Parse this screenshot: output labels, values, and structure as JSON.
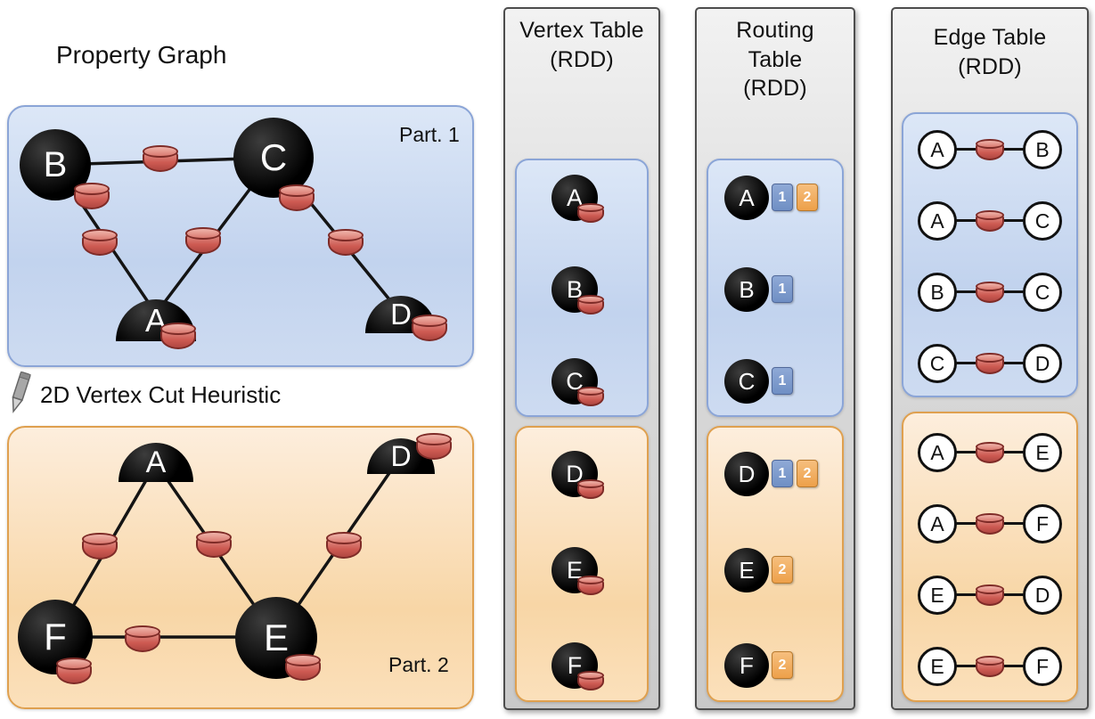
{
  "property_graph": {
    "title": "Property Graph",
    "cut_label": "2D Vertex Cut Heuristic",
    "part1": {
      "label": "Part. 1",
      "vertices": [
        {
          "id": "B"
        },
        {
          "id": "C"
        },
        {
          "id": "A"
        },
        {
          "id": "D"
        }
      ],
      "edges": [
        "B-C",
        "B-A",
        "C-A",
        "C-D"
      ]
    },
    "part2": {
      "label": "Part. 2",
      "vertices": [
        {
          "id": "A"
        },
        {
          "id": "D"
        },
        {
          "id": "F"
        },
        {
          "id": "E"
        }
      ],
      "edges": [
        "A-F",
        "A-E",
        "F-E",
        "E-D"
      ]
    }
  },
  "vertex_table": {
    "title": "Vertex Table\n(RDD)",
    "part1_vertices": [
      "A",
      "B",
      "C"
    ],
    "part2_vertices": [
      "D",
      "E",
      "F"
    ]
  },
  "routing_table": {
    "title": "Routing\nTable\n(RDD)",
    "part1_rows": [
      {
        "vertex": "A",
        "badges": [
          {
            "label": "1",
            "color": "blue"
          },
          {
            "label": "2",
            "color": "orange"
          }
        ]
      },
      {
        "vertex": "B",
        "badges": [
          {
            "label": "1",
            "color": "blue"
          }
        ]
      },
      {
        "vertex": "C",
        "badges": [
          {
            "label": "1",
            "color": "blue"
          }
        ]
      }
    ],
    "part2_rows": [
      {
        "vertex": "D",
        "badges": [
          {
            "label": "1",
            "color": "blue"
          },
          {
            "label": "2",
            "color": "orange"
          }
        ]
      },
      {
        "vertex": "E",
        "badges": [
          {
            "label": "2",
            "color": "orange"
          }
        ]
      },
      {
        "vertex": "F",
        "badges": [
          {
            "label": "2",
            "color": "orange"
          }
        ]
      }
    ]
  },
  "edge_table": {
    "title": "Edge Table\n(RDD)",
    "part1_edges": [
      [
        "A",
        "B"
      ],
      [
        "A",
        "C"
      ],
      [
        "B",
        "C"
      ],
      [
        "C",
        "D"
      ]
    ],
    "part2_edges": [
      [
        "A",
        "E"
      ],
      [
        "A",
        "F"
      ],
      [
        "E",
        "D"
      ],
      [
        "E",
        "F"
      ]
    ]
  },
  "colors": {
    "partition1_fill": "#c9d8f0",
    "partition1_border": "#8ba5d7",
    "partition2_fill": "#f9ddb4",
    "partition2_border": "#dfa04f",
    "table_fill": "#dedede",
    "cylinder_red": "#cd5a52",
    "badge_blue": "#7b9cd0",
    "badge_orange": "#f0a952",
    "vertex_black": "#000000"
  }
}
